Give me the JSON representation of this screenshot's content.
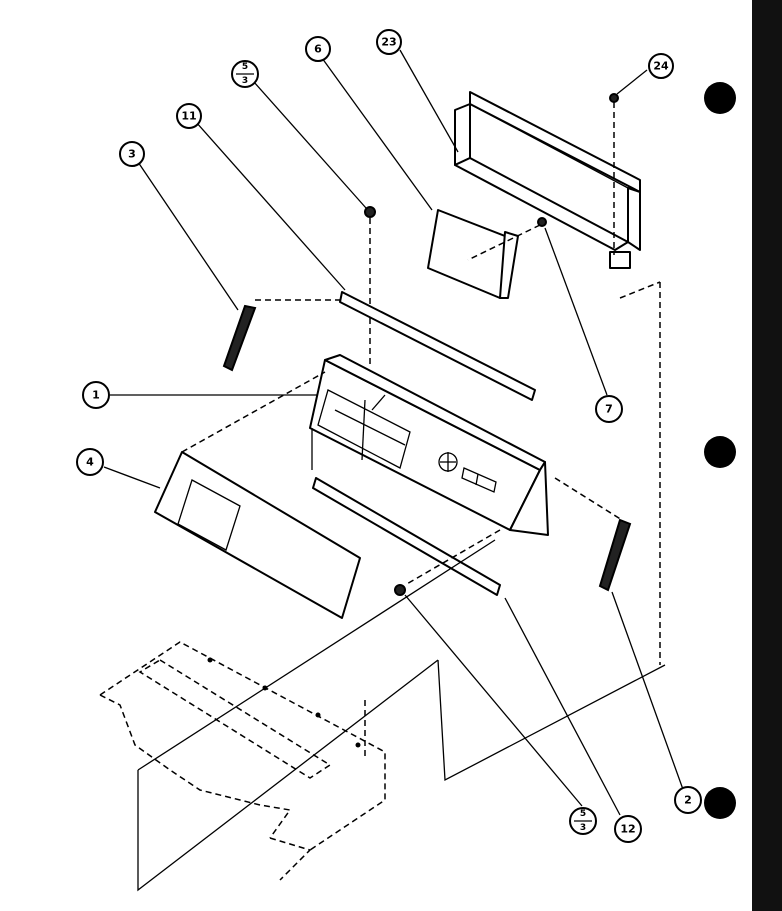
{
  "callouts": {
    "c1": "1",
    "c2": "2",
    "c3": "3",
    "c4": "4",
    "c6": "6",
    "c7": "7",
    "c11": "11",
    "c12": "12",
    "c23": "23",
    "c24": "24",
    "c5a_top": "5",
    "c5a_bot": "3",
    "c5b_top": "5",
    "c5b_bot": "3"
  },
  "colors": {
    "ink": "#000000",
    "paper": "#ffffff"
  }
}
